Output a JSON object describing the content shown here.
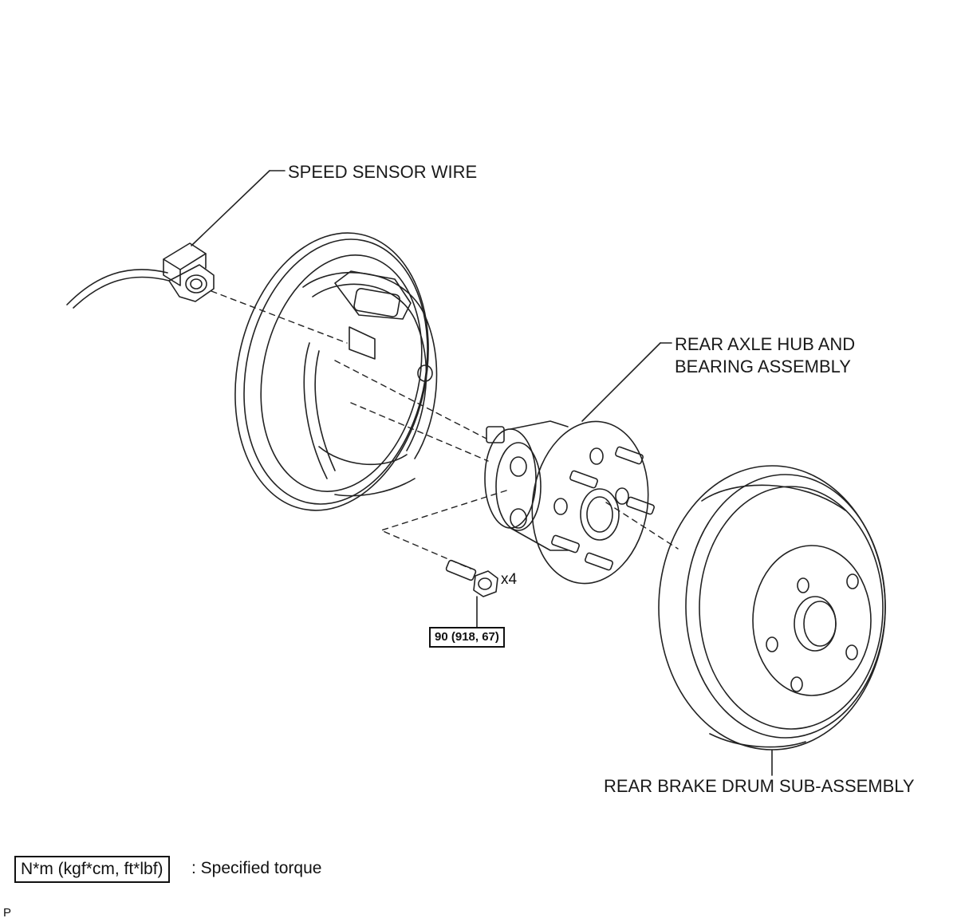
{
  "labels": {
    "speed_sensor_wire": "SPEED SENSOR WIRE",
    "hub_line1": "REAR AXLE HUB AND",
    "hub_line2": "BEARING ASSEMBLY",
    "drum": "REAR BRAKE DRUM SUB-ASSEMBLY",
    "bolt_qty": "x4",
    "torque_value": "90 (918, 67)"
  },
  "legend": {
    "box_text": "N*m (kgf*cm, ft*lbf)",
    "description": ": Specified torque"
  },
  "corner_mark": "P",
  "colors": {
    "line": "#222222",
    "background": "#ffffff"
  }
}
